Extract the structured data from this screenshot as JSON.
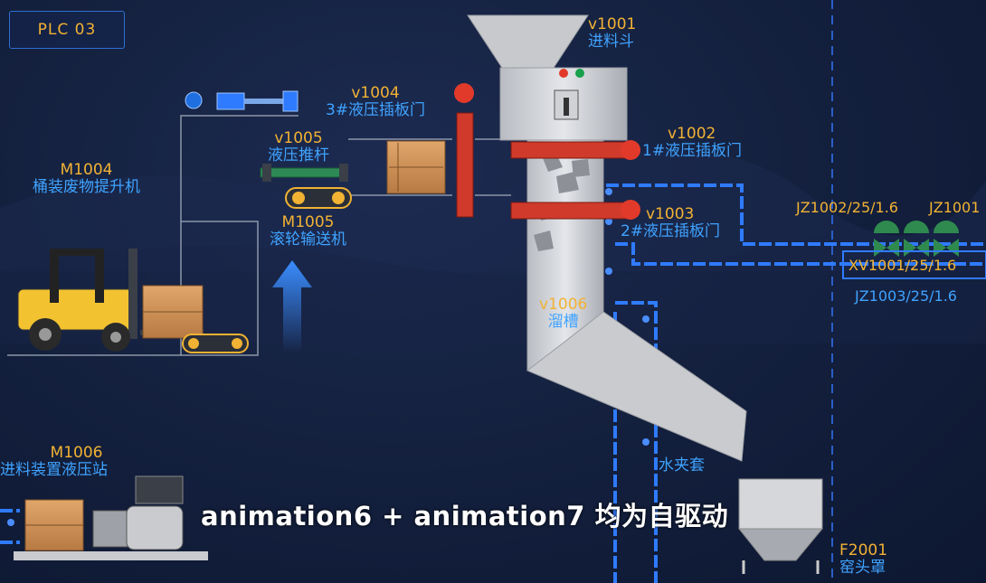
{
  "plc_label": "PLC 03",
  "equipment": {
    "hopper": {
      "code": "v1001",
      "name": "进料斗"
    },
    "gate3": {
      "code": "v1004",
      "name": "3#液压插板门"
    },
    "gate1": {
      "code": "v1002",
      "name": "1#液压插板门"
    },
    "gate2": {
      "code": "v1003",
      "name": "2#液压插板门"
    },
    "pusher": {
      "code": "v1005",
      "name": "液压推杆"
    },
    "lifter": {
      "code": "M1004",
      "name": "桶装废物提升机"
    },
    "conveyor": {
      "code": "M1005",
      "name": "滚轮输送机"
    },
    "chute": {
      "code": "v1006",
      "name": "溜槽"
    },
    "hydraulic_station": {
      "code": "M1006",
      "name": "进料装置液压站"
    },
    "kiln_hood": {
      "code": "F2001",
      "name": "窑头罩"
    }
  },
  "water_jacket_label": "水夹套",
  "valves": {
    "jz1002": "JZ1002/25/1.6",
    "jz1001": "JZ1001",
    "xv1001": "XV1001/25/1.6",
    "jz1003": "JZ1003/25/1.6"
  },
  "caption": "animation6 + animation7 均为自驱动",
  "colors": {
    "background": "#14213f",
    "code_text": "#f2b233",
    "name_text": "#3fa3ff",
    "pipe": "#2f7bff",
    "gate_red": "#d03a2a",
    "valve_green": "#2f8a4f"
  }
}
